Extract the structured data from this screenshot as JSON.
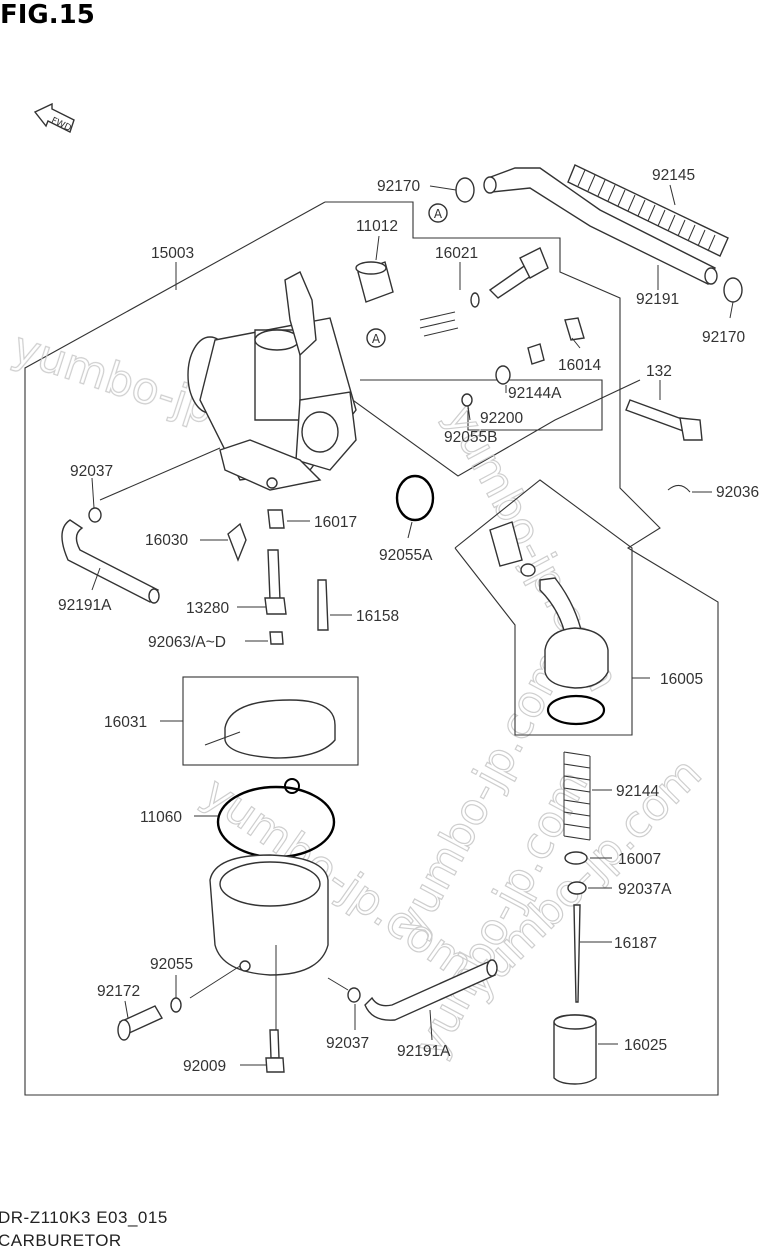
{
  "figure_title": "FIG.15",
  "fwd_label": "FWD",
  "ref_marker": "A",
  "watermark": "yumbo-jp.com",
  "footer": {
    "model_code": "DR-Z110K3 E03_015",
    "section_name": "CARBURETOR"
  },
  "part_labels": {
    "p92170_top": "92170",
    "p92145": "92145",
    "p11012": "11012",
    "p15003": "15003",
    "p16021": "16021",
    "p92191_top": "92191",
    "p92170_right": "92170",
    "p16014": "16014",
    "p92144A": "92144A",
    "p132": "132",
    "p92200": "92200",
    "p92055B": "92055B",
    "p92036": "92036",
    "p92037_left": "92037",
    "p16017": "16017",
    "p16030": "16030",
    "p92055A": "92055A",
    "p92191A_left": "92191A",
    "p13280": "13280",
    "p16158": "16158",
    "p92063": "92063/A~D",
    "p16005": "16005",
    "p16031": "16031",
    "p92144": "92144",
    "p11060": "11060",
    "p16007": "16007",
    "p92037A": "92037A",
    "p16187": "16187",
    "p92055": "92055",
    "p92172": "92172",
    "p92037_bottom": "92037",
    "p92191A_bottom": "92191A",
    "p16025": "16025",
    "p92009": "92009"
  }
}
